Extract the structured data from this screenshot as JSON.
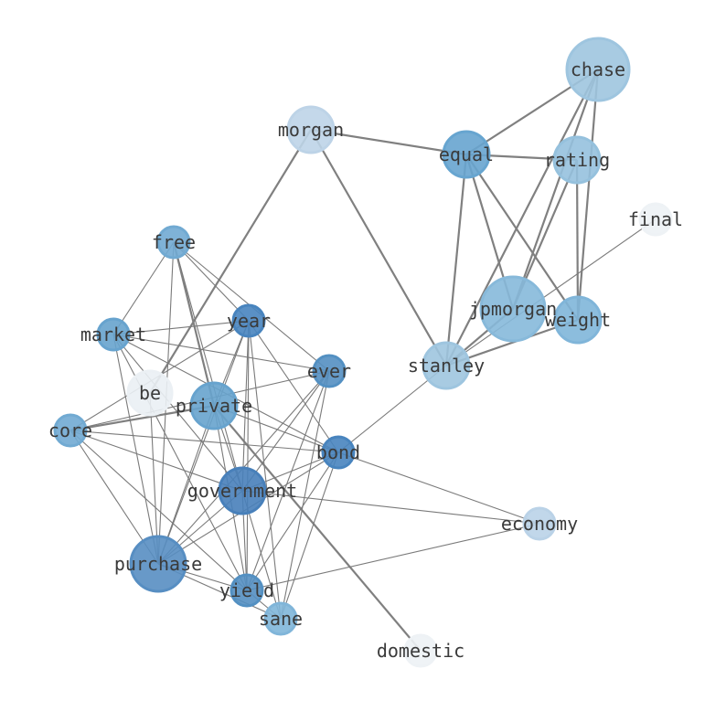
{
  "graph": {
    "nodes": [
      {
        "id": "chase",
        "label": "chase",
        "color": "#a3cbe6",
        "size": "large"
      },
      {
        "id": "morgan",
        "label": "morgan",
        "color": "#c3daee",
        "size": "medium"
      },
      {
        "id": "equal",
        "label": "equal",
        "color": "#6aaad6",
        "size": "medium"
      },
      {
        "id": "rating",
        "label": "rating",
        "color": "#9ac7e4",
        "size": "medium"
      },
      {
        "id": "final",
        "label": "final",
        "color": "#f5f9fd",
        "size": "small"
      },
      {
        "id": "free",
        "label": "free",
        "color": "#74afd9",
        "size": "small"
      },
      {
        "id": "year",
        "label": "year",
        "color": "#4a88c4",
        "size": "small"
      },
      {
        "id": "market",
        "label": "market",
        "color": "#6aa8d4",
        "size": "small"
      },
      {
        "id": "jpmorgan",
        "label": "jpmorgan",
        "color": "#8bbfe1",
        "size": "large"
      },
      {
        "id": "weight",
        "label": "weight",
        "color": "#84bbe0",
        "size": "medium"
      },
      {
        "id": "ever",
        "label": "ever",
        "color": "#5694c8",
        "size": "small"
      },
      {
        "id": "stanley",
        "label": "stanley",
        "color": "#a3cbe6",
        "size": "medium"
      },
      {
        "id": "be",
        "label": "be",
        "color": "#f2f7fc",
        "size": "medium"
      },
      {
        "id": "private",
        "label": "private",
        "color": "#6aa8d4",
        "size": "medium"
      },
      {
        "id": "core",
        "label": "core",
        "color": "#74afd9",
        "size": "small"
      },
      {
        "id": "bond",
        "label": "bond",
        "color": "#4a88c4",
        "size": "small"
      },
      {
        "id": "government",
        "label": "government",
        "color": "#4a84c0",
        "size": "medium"
      },
      {
        "id": "economy",
        "label": "economy",
        "color": "#c0d9ee",
        "size": "small"
      },
      {
        "id": "purchase",
        "label": "purchase",
        "color": "#5a92c8",
        "size": "large"
      },
      {
        "id": "yield",
        "label": "yield",
        "color": "#5694c8",
        "size": "small"
      },
      {
        "id": "sane",
        "label": "sane",
        "color": "#84bbe0",
        "size": "small"
      },
      {
        "id": "domestic",
        "label": "domestic",
        "color": "#f5f9fd",
        "size": "small"
      }
    ],
    "edges": [
      {
        "source": "morgan",
        "target": "equal",
        "weight": "strong"
      },
      {
        "source": "morgan",
        "target": "stanley",
        "weight": "strong"
      },
      {
        "source": "morgan",
        "target": "be",
        "weight": "strong"
      },
      {
        "source": "equal",
        "target": "chase",
        "weight": "strong"
      },
      {
        "source": "equal",
        "target": "rating",
        "weight": "strong"
      },
      {
        "source": "equal",
        "target": "jpmorgan",
        "weight": "strong"
      },
      {
        "source": "equal",
        "target": "weight",
        "weight": "strong"
      },
      {
        "source": "equal",
        "target": "stanley",
        "weight": "strong"
      },
      {
        "source": "chase",
        "target": "jpmorgan",
        "weight": "strong"
      },
      {
        "source": "chase",
        "target": "weight",
        "weight": "strong"
      },
      {
        "source": "chase",
        "target": "stanley",
        "weight": "strong"
      },
      {
        "source": "rating",
        "target": "jpmorgan",
        "weight": "strong"
      },
      {
        "source": "rating",
        "target": "weight",
        "weight": "strong"
      },
      {
        "source": "jpmorgan",
        "target": "stanley",
        "weight": "strong"
      },
      {
        "source": "weight",
        "target": "stanley",
        "weight": "strong"
      },
      {
        "source": "final",
        "target": "stanley",
        "weight": "weak"
      },
      {
        "source": "stanley",
        "target": "bond",
        "weight": "weak"
      },
      {
        "source": "private",
        "target": "domestic",
        "weight": "strong"
      },
      {
        "source": "free",
        "target": "private",
        "weight": "strong"
      },
      {
        "source": "core",
        "target": "private",
        "weight": "strong"
      },
      {
        "source": "free",
        "target": "market",
        "weight": "weak"
      },
      {
        "source": "free",
        "target": "ever",
        "weight": "weak"
      },
      {
        "source": "free",
        "target": "year",
        "weight": "weak"
      },
      {
        "source": "free",
        "target": "purchase",
        "weight": "weak"
      },
      {
        "source": "free",
        "target": "government",
        "weight": "weak"
      },
      {
        "source": "market",
        "target": "year",
        "weight": "weak"
      },
      {
        "source": "market",
        "target": "ever",
        "weight": "weak"
      },
      {
        "source": "market",
        "target": "purchase",
        "weight": "weak"
      },
      {
        "source": "market",
        "target": "government",
        "weight": "weak"
      },
      {
        "source": "market",
        "target": "bond",
        "weight": "weak"
      },
      {
        "source": "market",
        "target": "yield",
        "weight": "weak"
      },
      {
        "source": "year",
        "target": "core",
        "weight": "weak"
      },
      {
        "source": "year",
        "target": "private",
        "weight": "weak"
      },
      {
        "source": "year",
        "target": "government",
        "weight": "weak"
      },
      {
        "source": "year",
        "target": "purchase",
        "weight": "weak"
      },
      {
        "source": "year",
        "target": "yield",
        "weight": "weak"
      },
      {
        "source": "year",
        "target": "sane",
        "weight": "weak"
      },
      {
        "source": "year",
        "target": "bond",
        "weight": "weak"
      },
      {
        "source": "ever",
        "target": "core",
        "weight": "weak"
      },
      {
        "source": "ever",
        "target": "government",
        "weight": "weak"
      },
      {
        "source": "ever",
        "target": "purchase",
        "weight": "weak"
      },
      {
        "source": "ever",
        "target": "yield",
        "weight": "weak"
      },
      {
        "source": "ever",
        "target": "sane",
        "weight": "weak"
      },
      {
        "source": "core",
        "target": "bond",
        "weight": "weak"
      },
      {
        "source": "core",
        "target": "government",
        "weight": "weak"
      },
      {
        "source": "core",
        "target": "purchase",
        "weight": "weak"
      },
      {
        "source": "core",
        "target": "yield",
        "weight": "weak"
      },
      {
        "source": "private",
        "target": "bond",
        "weight": "weak"
      },
      {
        "source": "private",
        "target": "purchase",
        "weight": "weak"
      },
      {
        "source": "private",
        "target": "yield",
        "weight": "weak"
      },
      {
        "source": "private",
        "target": "government",
        "weight": "weak"
      },
      {
        "source": "bond",
        "target": "economy",
        "weight": "weak"
      },
      {
        "source": "bond",
        "target": "government",
        "weight": "weak"
      },
      {
        "source": "bond",
        "target": "purchase",
        "weight": "weak"
      },
      {
        "source": "bond",
        "target": "yield",
        "weight": "weak"
      },
      {
        "source": "bond",
        "target": "sane",
        "weight": "weak"
      },
      {
        "source": "government",
        "target": "economy",
        "weight": "weak"
      },
      {
        "source": "government",
        "target": "purchase",
        "weight": "weak"
      },
      {
        "source": "government",
        "target": "yield",
        "weight": "weak"
      },
      {
        "source": "government",
        "target": "sane",
        "weight": "weak"
      },
      {
        "source": "economy",
        "target": "yield",
        "weight": "weak"
      },
      {
        "source": "purchase",
        "target": "yield",
        "weight": "weak"
      },
      {
        "source": "purchase",
        "target": "sane",
        "weight": "weak"
      },
      {
        "source": "yield",
        "target": "sane",
        "weight": "weak"
      },
      {
        "source": "be",
        "target": "purchase",
        "weight": "weak"
      }
    ]
  }
}
